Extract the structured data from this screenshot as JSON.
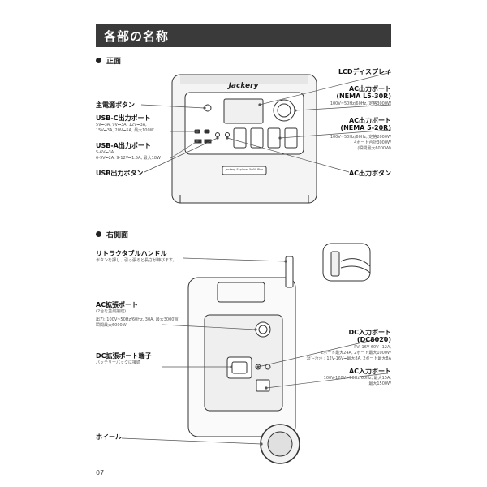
{
  "header": {
    "title": "各部の名称"
  },
  "front": {
    "section": "正面",
    "brand": "Jackery",
    "model": "Jackery Explorer 5000 Plus",
    "labels": {
      "lcd": "LCDディスプレイ",
      "power_button": "主電源ボタン",
      "usbc_title": "USB-C出力ポート",
      "usbc_sub1": "5V⎓3A, 9V⎓3A, 12V⎓3A,",
      "usbc_sub2": "15V⎓3A, 20V⎓5A, 最大100W",
      "usba_title": "USB-A出力ポート",
      "usba_sub1": "5-6V⎓3A,",
      "usba_sub2": "6-9V⎓2A, 9-12V⎓1.5A, 最大18W",
      "usb_button": "USB出力ボタン",
      "ac_l5_title1": "AC出力ポート",
      "ac_l5_title2": "(NEMA L5-30R)",
      "ac_l5_sub": "100V~50Hz/60Hz, 定格3000W",
      "ac_520_title1": "AC出力ポート",
      "ac_520_title2": "(NEMA 5-20R)",
      "ac_520_sub1": "100V~50Hz/60Hz, 定格2000W",
      "ac_520_sub2": "4ポート合計3000W",
      "ac_520_sub3": "(瞬間最大6000W)",
      "ac_button": "AC出力ボタン"
    }
  },
  "side": {
    "section": "右側面",
    "labels": {
      "handle_title": "リトラクタブルハンドル",
      "handle_sub": "ボタンを押し、引っ張ると長さが伸びます。",
      "acext_title": "AC拡張ポート",
      "acext_sub1": "(2台を並列接続)",
      "acext_sub2": "出力: 100V~50Hz/60Hz, 30A, 最大3000W,",
      "acext_sub3": "瞬間最大6000W",
      "dcext_title": "DC拡張ポート端子",
      "dcext_sub": "バッテリーパックに接続",
      "wheel": "ホイール",
      "dcin_title1": "DC入力ポート",
      "dcin_title2": "(DC8020)",
      "dcin_sub1": "PV: 16V-60V⎓12A,",
      "dcin_sub2": "2ポート最大24A, 2ポート最大1000W",
      "dcin_sub3": "ｼｶﾞｰｿｹｯﾄ : 12V-16V⎓最大8A, 2ポート最大8A",
      "acin_title": "AC入力ポート",
      "acin_sub1": "100V-120V~50Hz/60Hz, 最大15A,",
      "acin_sub2": "最大1500W"
    }
  },
  "footer": {
    "page": "07"
  },
  "colors": {
    "title_bg": "#3a3a3a",
    "line": "#555555",
    "outline": "#333333",
    "panel": "#efefef"
  }
}
